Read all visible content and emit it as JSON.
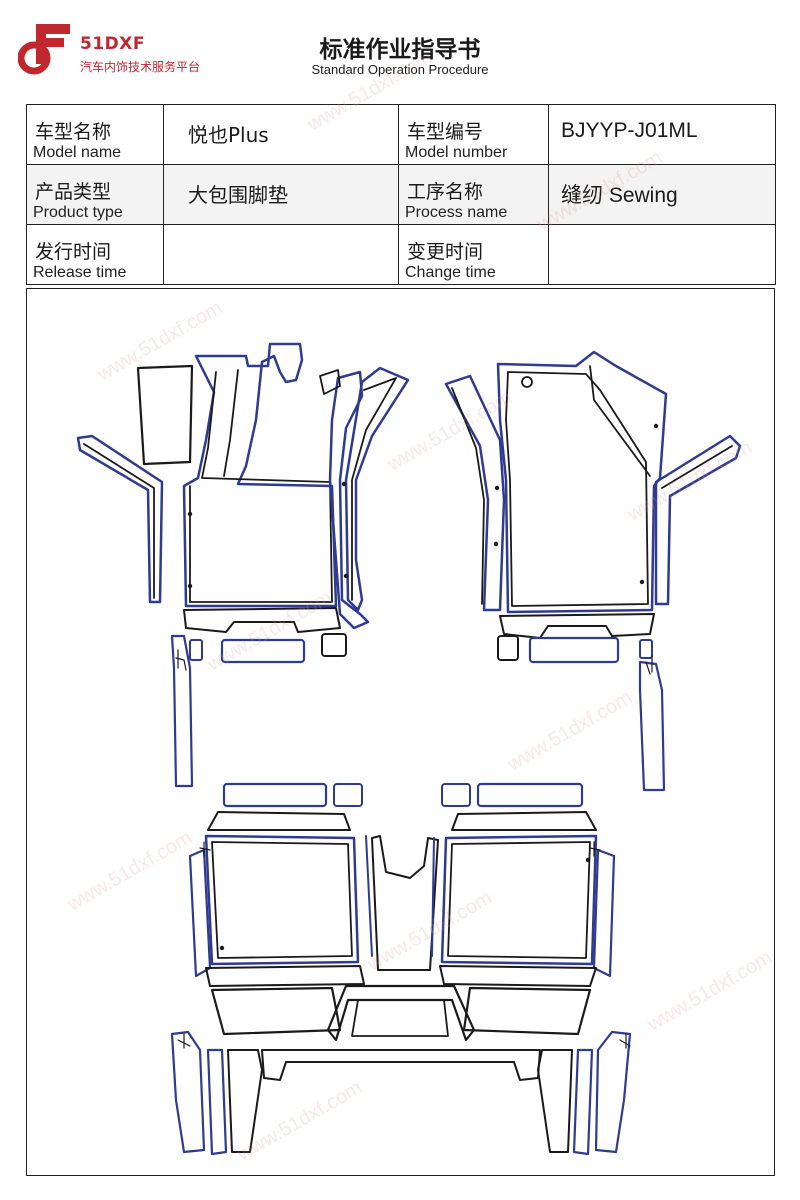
{
  "brand": {
    "name": "51DXF",
    "tagline": "汽车内饰技术服务平台",
    "watermark": "www.51dxf.com",
    "color": "#c0282e"
  },
  "document": {
    "title": "标准作业指导书",
    "subtitle": "Standard Operation Procedure"
  },
  "info_table": {
    "model_name": {
      "label_zh": "车型名称",
      "label_en": "Model name",
      "value": "悦也Plus"
    },
    "model_number": {
      "label_zh": "车型编号",
      "label_en": "Model number",
      "value": "BJYYP-J01ML"
    },
    "product_type": {
      "label_zh": "产品类型",
      "label_en": "Product type",
      "value": "大包围脚垫"
    },
    "process_name": {
      "label_zh": "工序名称",
      "label_en": "Process name",
      "value": "缝纫 Sewing"
    },
    "release_time": {
      "label_zh": "发行时间",
      "label_en": "Release time",
      "value": ""
    },
    "change_time": {
      "label_zh": "变更时间",
      "label_en": "Change time",
      "value": ""
    }
  },
  "drawing": {
    "outline_colors": {
      "cut": "#1a1a1a",
      "edge": "#2f3b8f"
    }
  }
}
